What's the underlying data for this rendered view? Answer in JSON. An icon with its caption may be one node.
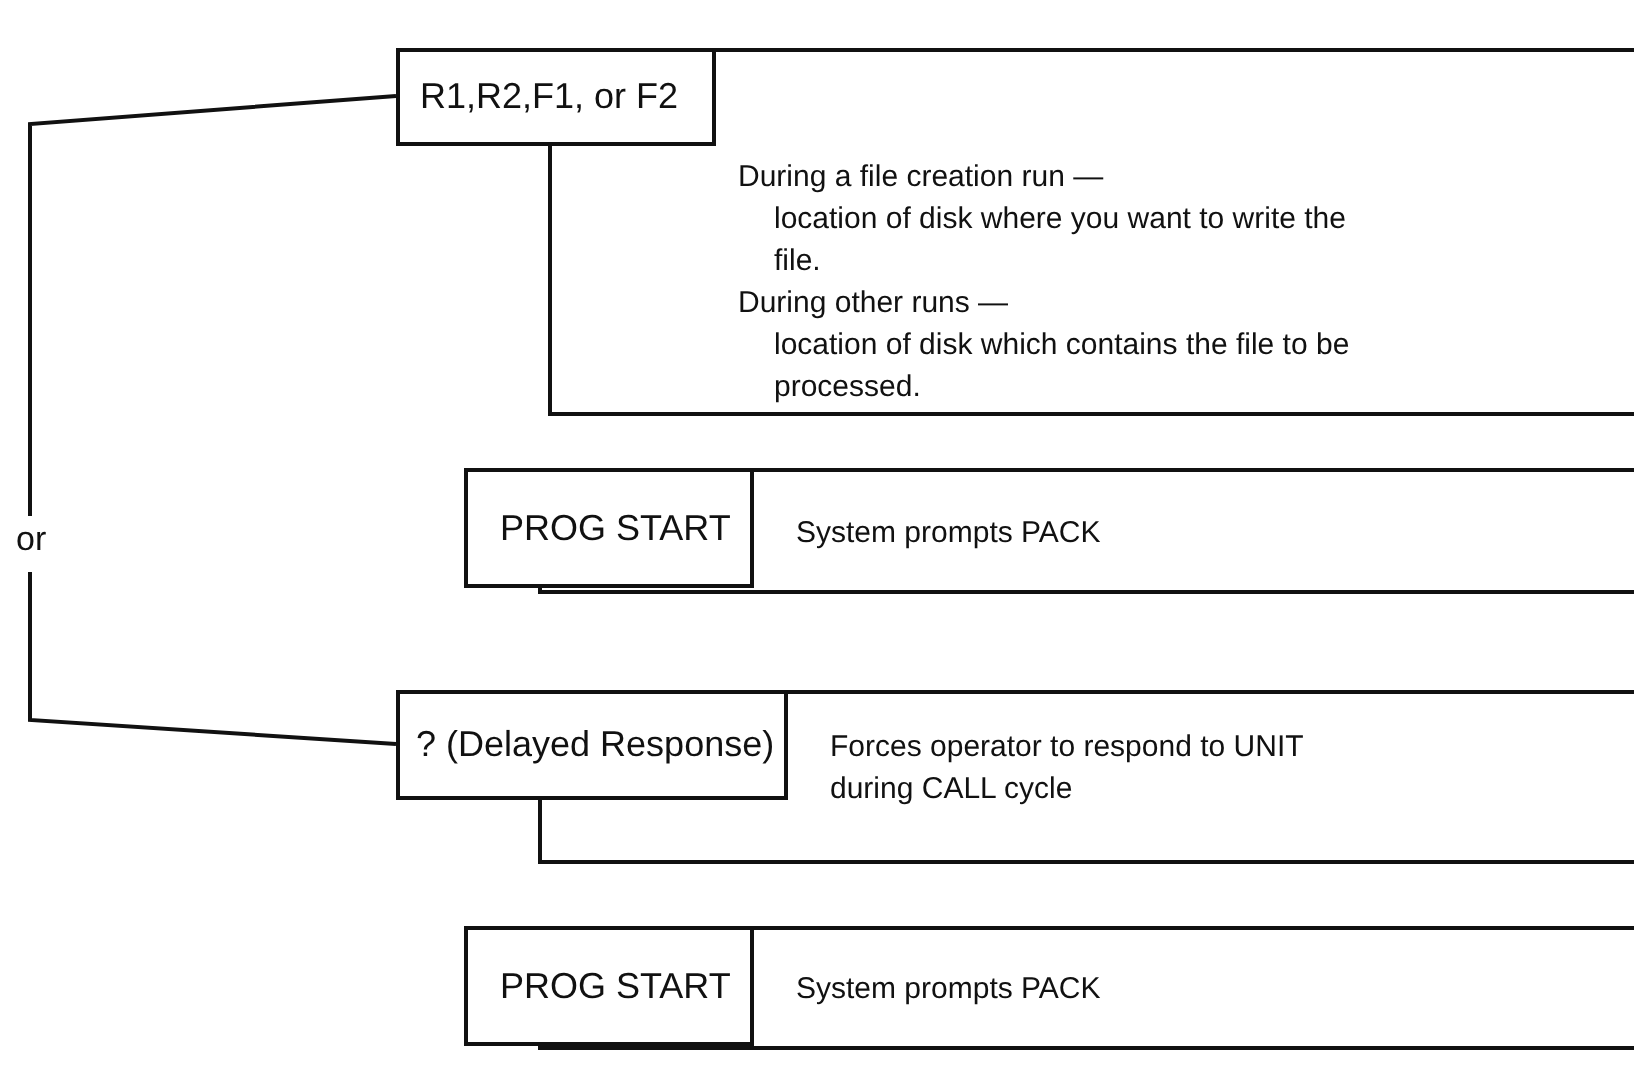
{
  "diagram": {
    "nodes": [
      {
        "text": [
          "R1,R2,F1, or F2"
        ]
      },
      {
        "text": [
          "During a file creation run —",
          "location of disk where you want to write the file.",
          "During other runs —",
          "location of disk which contains the file to be processed."
        ]
      },
      {
        "text": [
          "PROG START"
        ]
      },
      {
        "text": [
          "System prompts PACK"
        ]
      },
      {
        "text": [
          "? (Delayed Response)"
        ]
      },
      {
        "text": [
          "Forces operator to respond to UNIT during CALL cycle"
        ]
      },
      {
        "text": [
          "PROG START"
        ]
      },
      {
        "text": [
          "System prompts PACK"
        ]
      }
    ],
    "edges": [],
    "labels": [
      "or"
    ]
  }
}
